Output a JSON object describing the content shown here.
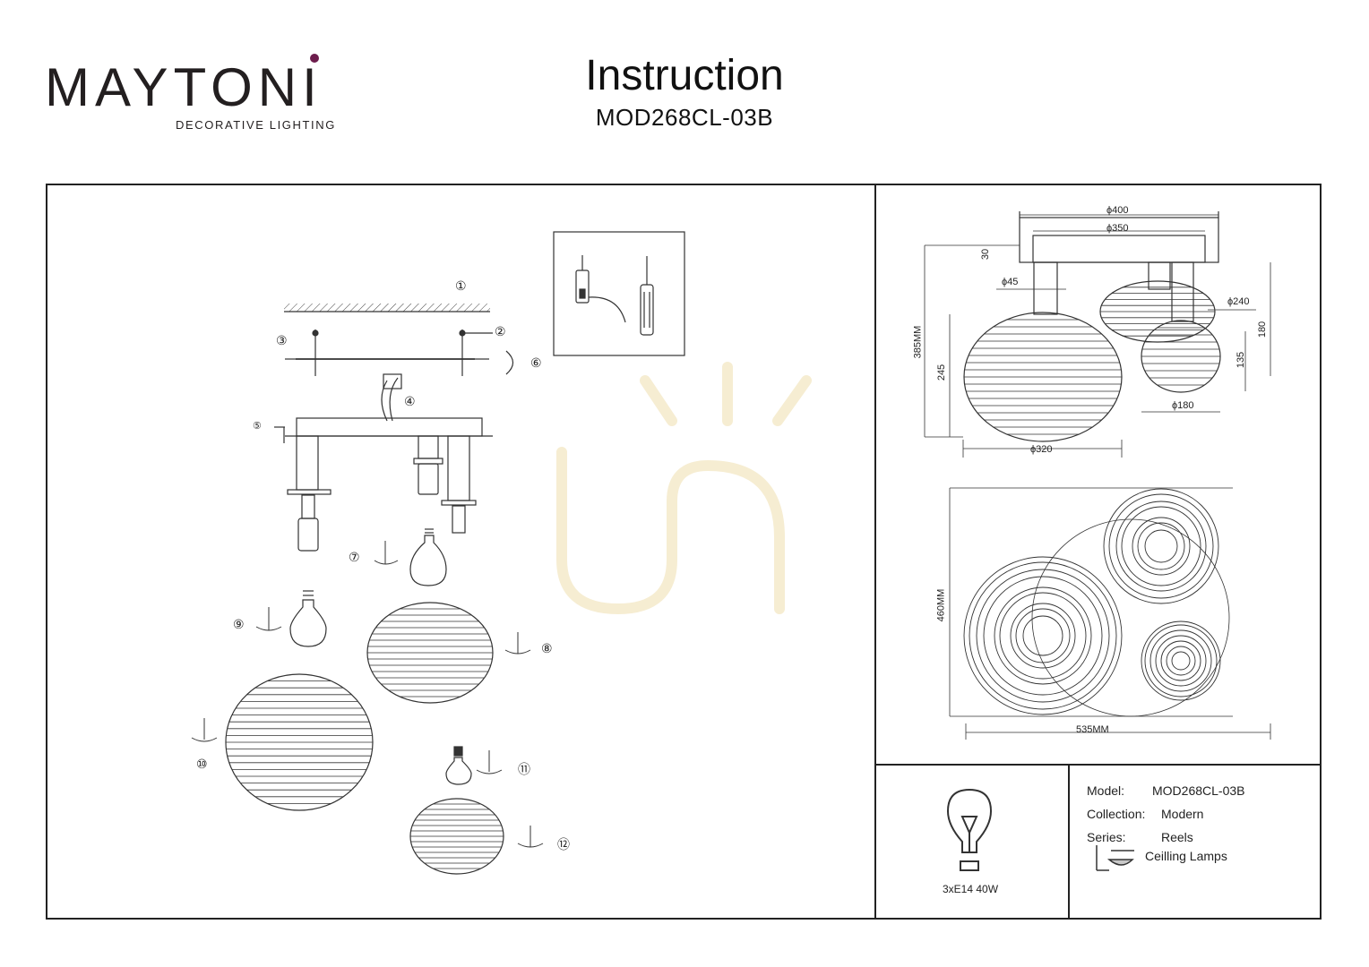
{
  "brand": {
    "name": "MAYTONI",
    "tagline": "DECORATIVE LIGHTING",
    "accent_color": "#6d1d4d"
  },
  "header": {
    "title": "Instruction",
    "model_code": "MOD268CL-03B"
  },
  "assembly": {
    "steps": [
      "①",
      "②",
      "③",
      "④",
      "⑤",
      "⑥",
      "⑦",
      "⑧",
      "⑨",
      "⑩",
      "⑪",
      "⑫"
    ],
    "tools": [
      "drill-icon",
      "screwdriver-icon"
    ]
  },
  "dimensions": {
    "d400": "ϕ400",
    "d350": "ϕ350",
    "h30": "30",
    "d45": "ϕ45",
    "d240": "ϕ240",
    "h385": "385MM",
    "h180": "180",
    "h245": "245",
    "h135": "135",
    "d180": "ϕ180",
    "d320": "ϕ320",
    "h460": "460MM",
    "w535": "535MM"
  },
  "specs": {
    "model_label": "Model:",
    "model_value": "MOD268CL-03B",
    "collection_label": "Collection:",
    "collection_value": "Modern",
    "series_label": "Series:",
    "series_value": "Reels",
    "type_value": "Ceilling Lamps",
    "power": "3xE14 40W"
  }
}
